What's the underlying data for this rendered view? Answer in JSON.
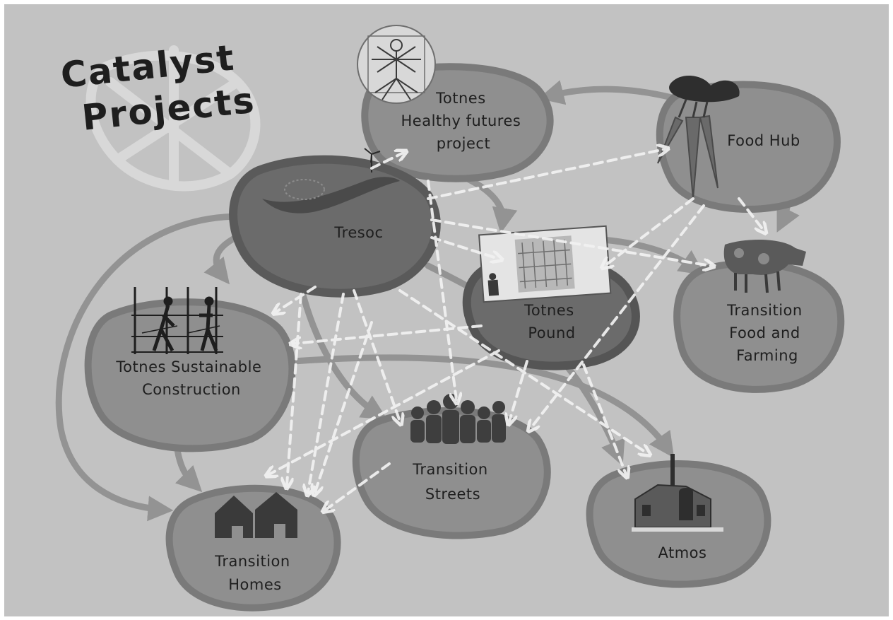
{
  "title": {
    "line1": "Catalyst",
    "line2": "Projects"
  },
  "nodes": [
    {
      "id": "healthy",
      "lines": [
        "Totnes",
        "Healthy futures",
        "project"
      ],
      "image": "vitruvian-man"
    },
    {
      "id": "foodhub",
      "lines": [
        "Food Hub"
      ],
      "image": "carrots"
    },
    {
      "id": "tresoc",
      "lines": [
        "Tresoc"
      ],
      "image": "wind-turbine-hill"
    },
    {
      "id": "pound",
      "lines": [
        "Totnes",
        "Pound"
      ],
      "image": "banknote"
    },
    {
      "id": "farming",
      "lines": [
        "Transition",
        "Food and",
        "Farming"
      ],
      "image": "cow"
    },
    {
      "id": "construction",
      "lines": [
        "Totnes Sustainable",
        "Construction"
      ],
      "image": "scaffolding-workers"
    },
    {
      "id": "streets",
      "lines": [
        "Transition",
        "Streets"
      ],
      "image": "people-group"
    },
    {
      "id": "atmos",
      "lines": [
        "Atmos"
      ],
      "image": "factory-building"
    },
    {
      "id": "homes",
      "lines": [
        "Transition",
        "Homes"
      ],
      "image": "houses"
    }
  ],
  "colors": {
    "background": "#c2c2c2",
    "node_fill": "#8f8f8f",
    "node_fill_dark": "#6b6b6b",
    "node_rim": "#7a7a7a",
    "solid_arrow": "#8e8e8e",
    "dashed_arrow": "#f2f2f2",
    "text": "#1e1e1e"
  },
  "links": {
    "dashed": [
      [
        "tresoc",
        "healthy"
      ],
      [
        "tresoc",
        "foodhub"
      ],
      [
        "tresoc",
        "farming"
      ],
      [
        "tresoc",
        "pound"
      ],
      [
        "tresoc",
        "construction"
      ],
      [
        "tresoc",
        "streets"
      ],
      [
        "tresoc",
        "homes"
      ],
      [
        "tresoc",
        "atmos"
      ],
      [
        "foodhub",
        "farming"
      ],
      [
        "foodhub",
        "pound"
      ],
      [
        "foodhub",
        "streets"
      ],
      [
        "pound",
        "construction"
      ],
      [
        "pound",
        "homes"
      ],
      [
        "pound",
        "streets"
      ],
      [
        "streets",
        "homes"
      ],
      [
        "pound",
        "atmos"
      ]
    ],
    "solid": [
      [
        "foodhub",
        "healthy"
      ],
      [
        "tresoc",
        "construction"
      ],
      [
        "tresoc",
        "homes"
      ],
      [
        "tresoc",
        "streets"
      ],
      [
        "healthy",
        "pound"
      ],
      [
        "pound",
        "farming"
      ],
      [
        "construction",
        "homes"
      ],
      [
        "construction",
        "atmos"
      ],
      [
        "foodhub",
        "farming"
      ]
    ]
  }
}
